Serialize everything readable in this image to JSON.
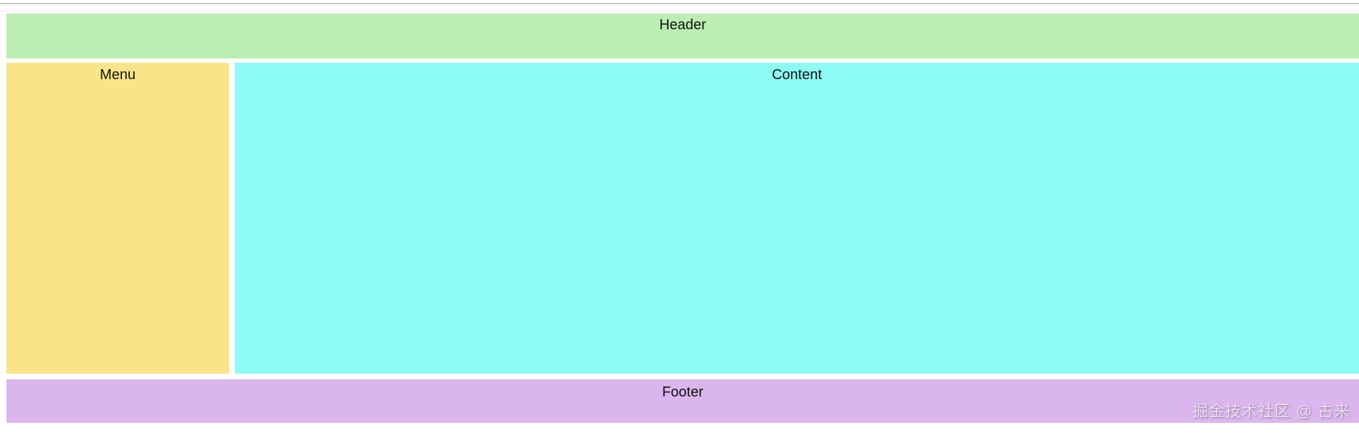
{
  "chrome": {
    "top_line_color": "#c9c9c9",
    "faint_line_color": "#ededed"
  },
  "layout": {
    "header": {
      "label": "Header",
      "bg": "#bceeb4"
    },
    "menu": {
      "label": "Menu",
      "bg": "#fae489"
    },
    "content": {
      "label": "Content",
      "bg": "#8efaf4"
    },
    "footer": {
      "label": "Footer",
      "bg": "#dbb6ee"
    },
    "watermark": {
      "label": "掘金技术社区 @ 古来"
    }
  }
}
